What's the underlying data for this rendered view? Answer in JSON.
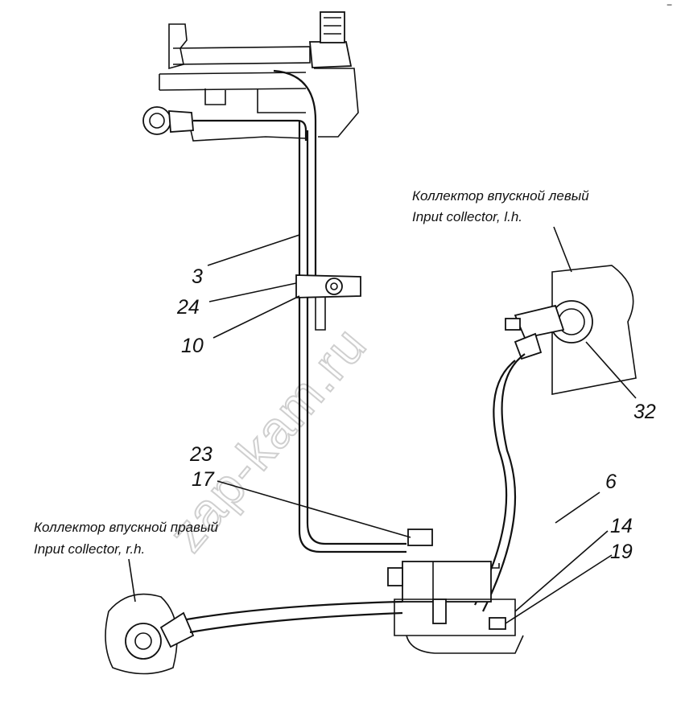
{
  "watermark": "zap-kam.ru",
  "callouts": {
    "c3": "3",
    "c24": "24",
    "c10": "10",
    "c32": "32",
    "c23": "23",
    "c17": "17",
    "c6": "6",
    "c14": "14",
    "c19": "19"
  },
  "captions": {
    "left_ru": "Коллектор впускной левый",
    "left_en": "Input collector, l.h.",
    "right_ru": "Коллектор впускной правый",
    "right_en": "Input collector, r.h."
  },
  "corner_mark": "−"
}
